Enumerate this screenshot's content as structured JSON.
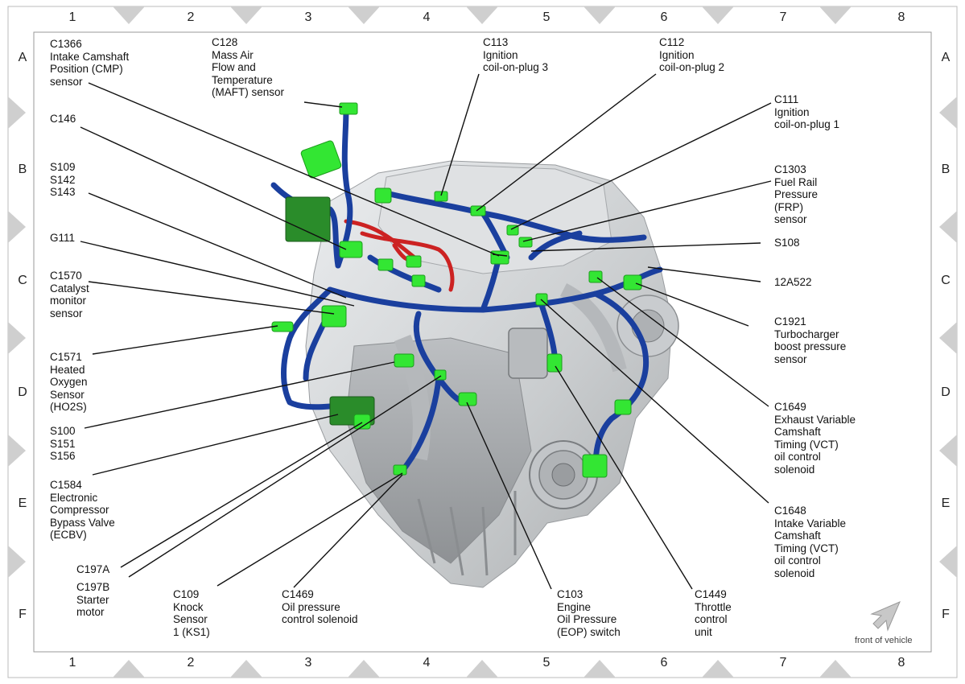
{
  "grid": {
    "columns": [
      "1",
      "2",
      "3",
      "4",
      "5",
      "6",
      "7",
      "8"
    ],
    "rows": [
      "A",
      "B",
      "C",
      "D",
      "E",
      "F"
    ]
  },
  "callouts": [
    {
      "id": "c1366",
      "lines": [
        "C1366",
        "Intake Camshaft",
        "Position (CMP)",
        "sensor"
      ]
    },
    {
      "id": "c128",
      "lines": [
        "C128",
        "Mass Air",
        "Flow and",
        "Temperature",
        "(MAFT) sensor"
      ]
    },
    {
      "id": "c113",
      "lines": [
        "C113",
        "Ignition",
        "coil-on-plug 3"
      ]
    },
    {
      "id": "c112",
      "lines": [
        "C112",
        "Ignition",
        "coil-on-plug 2"
      ]
    },
    {
      "id": "c111",
      "lines": [
        "C111",
        "Ignition",
        "coil-on-plug 1"
      ]
    },
    {
      "id": "c146",
      "lines": [
        "C146"
      ]
    },
    {
      "id": "s109",
      "lines": [
        "S109",
        "S142",
        "S143"
      ]
    },
    {
      "id": "c1303",
      "lines": [
        "C1303",
        "Fuel Rail",
        "Pressure",
        "(FRP)",
        "sensor"
      ]
    },
    {
      "id": "g111",
      "lines": [
        "G111"
      ]
    },
    {
      "id": "s108",
      "lines": [
        "S108"
      ]
    },
    {
      "id": "c1570",
      "lines": [
        "C1570",
        "Catalyst",
        "monitor",
        "sensor"
      ]
    },
    {
      "id": "12a522",
      "lines": [
        "12A522"
      ]
    },
    {
      "id": "c1921",
      "lines": [
        "C1921",
        "Turbocharger",
        "boost pressure",
        "sensor"
      ]
    },
    {
      "id": "c1571",
      "lines": [
        "C1571",
        "Heated",
        "Oxygen",
        "Sensor",
        "(HO2S)"
      ]
    },
    {
      "id": "c1649",
      "lines": [
        "C1649",
        "Exhaust Variable",
        "Camshaft",
        "Timing (VCT)",
        "oil control",
        "solenoid"
      ]
    },
    {
      "id": "s100",
      "lines": [
        "S100",
        "S151",
        "S156"
      ]
    },
    {
      "id": "c1584",
      "lines": [
        "C1584",
        "Electronic",
        "Compressor",
        "Bypass Valve",
        "(ECBV)"
      ]
    },
    {
      "id": "c1648",
      "lines": [
        "C1648",
        "Intake Variable",
        "Camshaft",
        "Timing (VCT)",
        "oil control",
        "solenoid"
      ]
    },
    {
      "id": "c197a",
      "lines": [
        "C197A"
      ]
    },
    {
      "id": "c197b",
      "lines": [
        "C197B",
        "Starter",
        "motor"
      ]
    },
    {
      "id": "c109",
      "lines": [
        "C109",
        "Knock",
        "Sensor",
        "1 (KS1)"
      ]
    },
    {
      "id": "c1469",
      "lines": [
        "C1469",
        "Oil pressure",
        "control solenoid"
      ]
    },
    {
      "id": "c103",
      "lines": [
        "C103",
        "Engine",
        "Oil Pressure",
        "(EOP) switch"
      ]
    },
    {
      "id": "c1449",
      "lines": [
        "C1449",
        "Throttle",
        "control",
        "unit"
      ]
    }
  ],
  "front_of_vehicle": "front of vehicle",
  "colors": {
    "connector": "#33e633",
    "harness": "#1a3f9e",
    "red_wire": "#cc2222",
    "engine": "#d4d6d8",
    "frame_triangle": "#d0d0d0"
  }
}
